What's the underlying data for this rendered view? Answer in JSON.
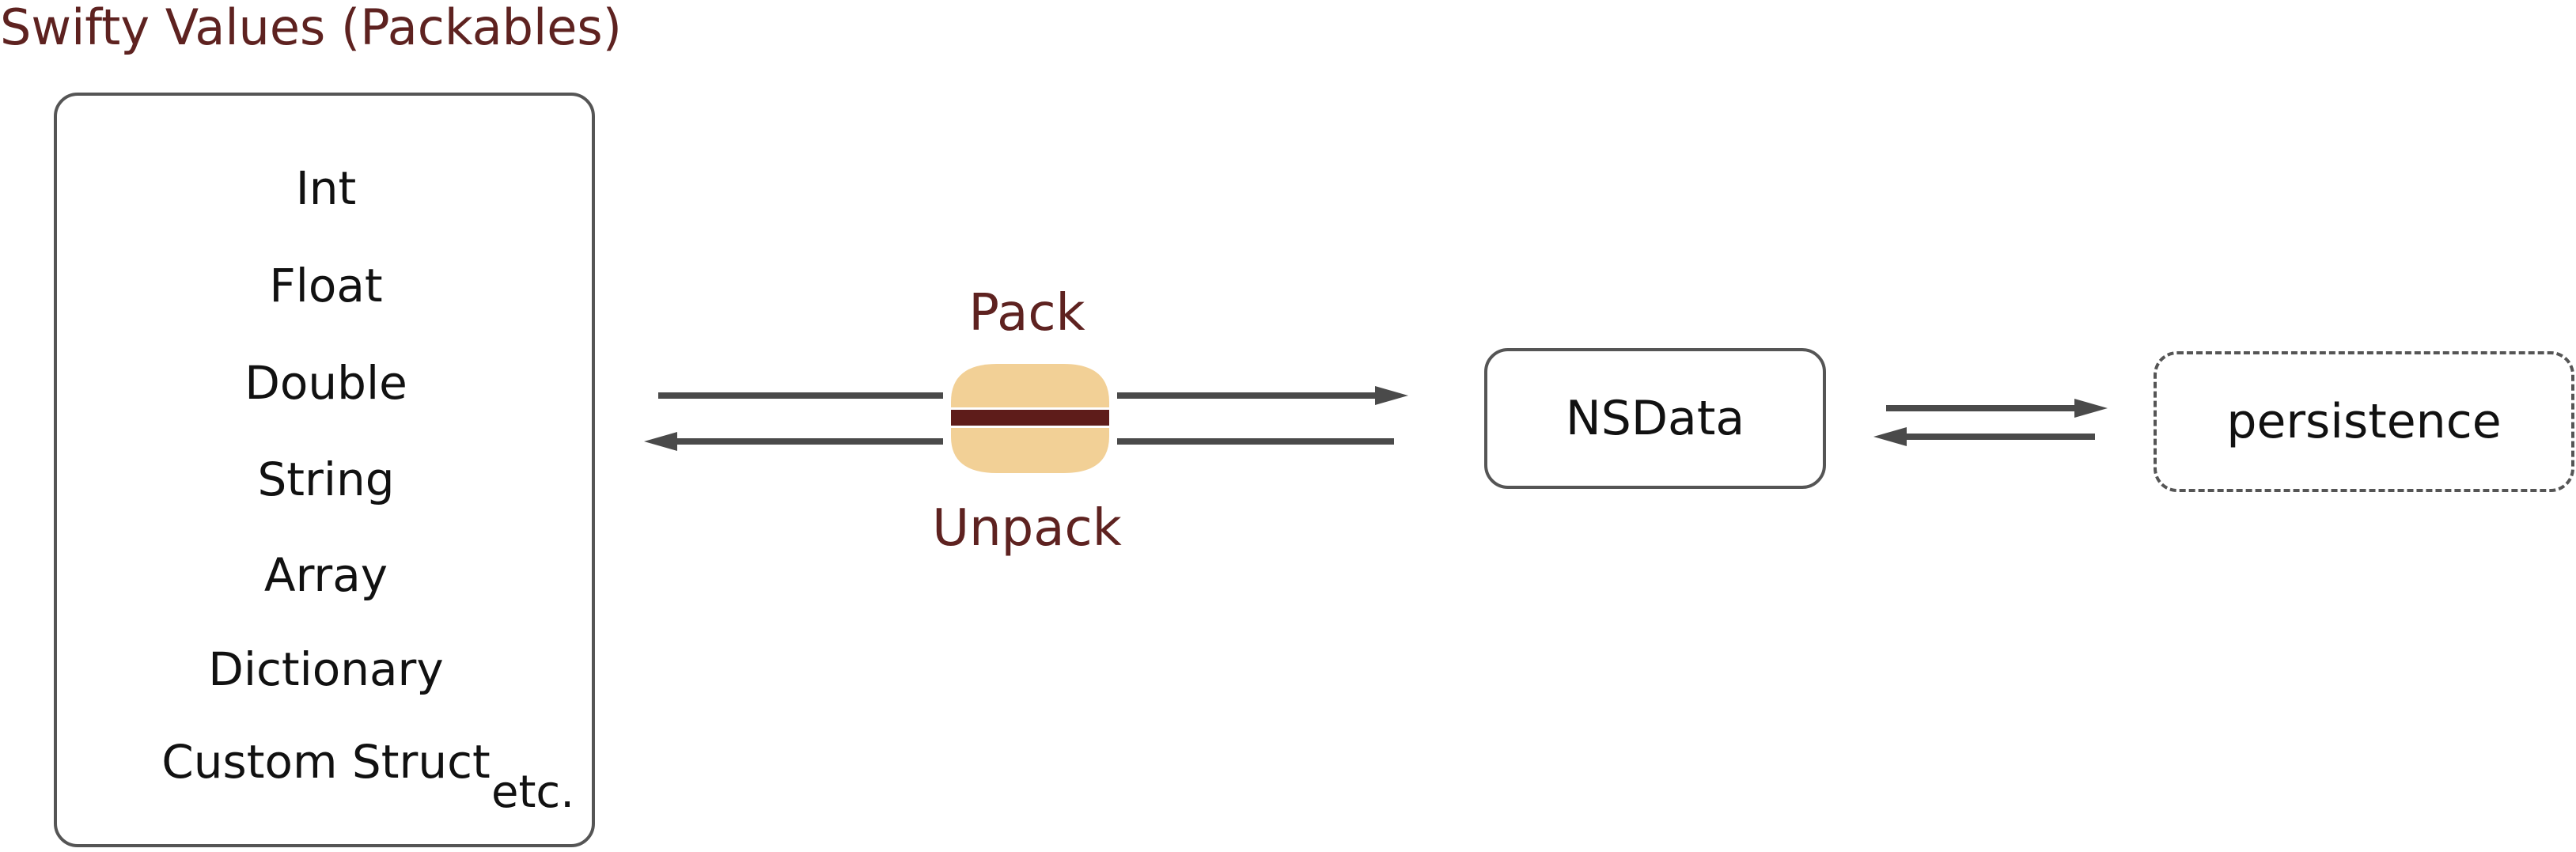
{
  "title": "Swifty Values (Packables)",
  "values": [
    "Int",
    "Float",
    "Double",
    "String",
    "Array",
    "Dictionary",
    "Custom Struct"
  ],
  "etc": "etc.",
  "pack_label": "Pack",
  "unpack_label": "Unpack",
  "nsdata_label": "NSData",
  "persistence_label": "persistence",
  "colors": {
    "title": "#5e2220",
    "burger_bun": "#f2d096",
    "burger_patty": "#5e1c1a",
    "line": "#4a4a4a",
    "border": "#555555"
  },
  "icons": {
    "pack_unpack": "hamburger-icon"
  }
}
